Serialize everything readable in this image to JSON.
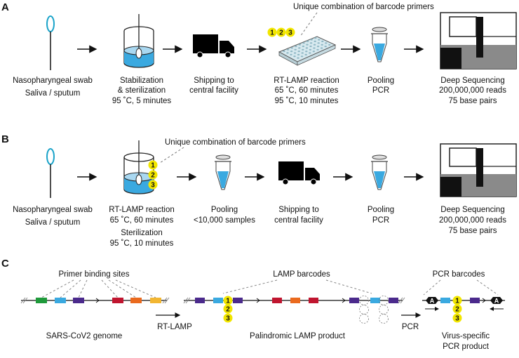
{
  "panels": {
    "a": "A",
    "b": "B",
    "c": "C"
  },
  "row_a": {
    "callout": "Unique combination of barcode primers",
    "swab": [
      "Nasopharyngeal swab",
      "Saliva / sputum"
    ],
    "stabilization": [
      "Stabilization",
      "& sterilization",
      "95 ˚C, 5 minutes"
    ],
    "shipping": [
      "Shipping to",
      "central facility"
    ],
    "rt_lamp": [
      "RT-LAMP reaction",
      "65 ˚C, 60 minutes",
      "95 ˚C, 10 minutes"
    ],
    "pooling": [
      "Pooling",
      "PCR"
    ],
    "sequencing": [
      "Deep Sequencing",
      "200,000,000 reads",
      "75 base pairs"
    ],
    "barcode_numbers": [
      "1",
      "2",
      "3"
    ]
  },
  "row_b": {
    "callout": "Unique combination of barcode primers",
    "swab": [
      "Nasopharyngeal swab",
      "Saliva / sputum"
    ],
    "rt_lamp": [
      "RT-LAMP reaction",
      "65 ˚C, 60 minutes"
    ],
    "sterilization": [
      "Sterilization",
      "95 ˚C, 10 minutes"
    ],
    "pooling_samples": [
      "Pooling",
      "<10,000 samples"
    ],
    "shipping": [
      "Shipping to",
      "central facility"
    ],
    "pooling_pcr": [
      "Pooling",
      "PCR"
    ],
    "sequencing": [
      "Deep Sequencing",
      "200,000,000 reads",
      "75 base pairs"
    ],
    "barcode_numbers": [
      "1",
      "2",
      "3"
    ]
  },
  "row_c": {
    "primer_binding_sites": "Primer binding sites",
    "genome": "SARS-CoV2 genome",
    "rt_lamp_arrow": "RT-LAMP",
    "lamp_barcodes": "LAMP barcodes",
    "lamp_product": "Palindromic LAMP product",
    "pcr_arrow": "PCR",
    "pcr_barcodes": "PCR barcodes",
    "pcr_product": [
      "Virus-specific",
      "PCR product"
    ],
    "barcode_numbers": [
      "1",
      "2",
      "3"
    ],
    "adapter_letter": "A"
  },
  "colors": {
    "swab": "#1aa3c9",
    "liquid": "#3aa9e0",
    "barcode_yellow": "#f2e600",
    "site_green": "#1f9a3b",
    "site_blue": "#3aa9e0",
    "site_purple": "#4b2a8c",
    "site_red": "#c0152f",
    "site_orange": "#ea6a1e",
    "site_yellow": "#f2b632",
    "plate": "#cfe3ea"
  }
}
